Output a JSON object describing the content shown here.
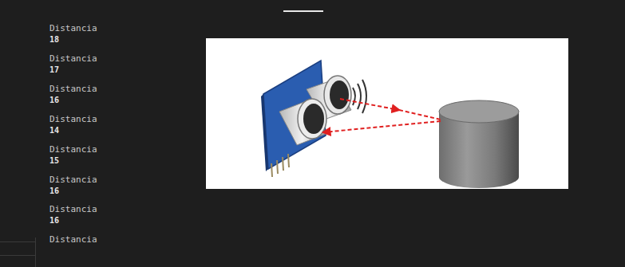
{
  "diagram": {
    "labels": [
      "Distancia",
      "18",
      "Distancia",
      "17",
      "Distancia",
      "16",
      "Distancia",
      "14",
      "Distancia",
      "15",
      "Distancia",
      "16",
      "Distancia",
      "16",
      "Distancia"
    ]
  }
}
